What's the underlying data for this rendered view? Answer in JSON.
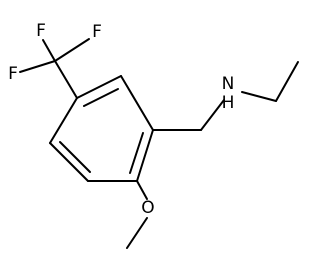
{
  "molecule": {
    "atoms": {
      "f_top": "F",
      "f_right": "F",
      "f_left": "F",
      "nitrogen": "N",
      "hydrogen": "H",
      "oxygen": "O"
    }
  }
}
